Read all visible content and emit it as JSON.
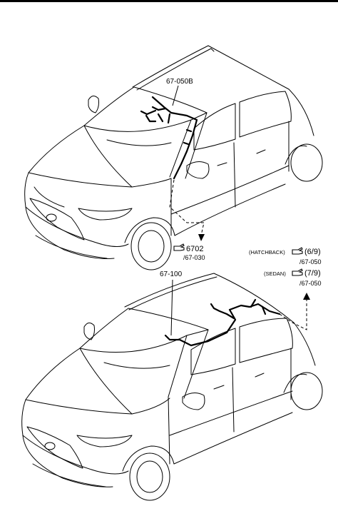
{
  "upper": {
    "part_label": "67-050B",
    "ref_code": "6702",
    "ref_sub": "/67-030"
  },
  "lower": {
    "part_label": "67-100",
    "ref_hatchback_label": "(HATCHBACK)",
    "ref_hatchback_page": "(6/9)",
    "ref_hatchback_sub": "/67-050",
    "ref_sedan_label": "(SEDAN)",
    "ref_sedan_page": "(7/9)",
    "ref_sedan_sub": "/67-050"
  },
  "icons": [
    "pointing-hand-icon"
  ]
}
